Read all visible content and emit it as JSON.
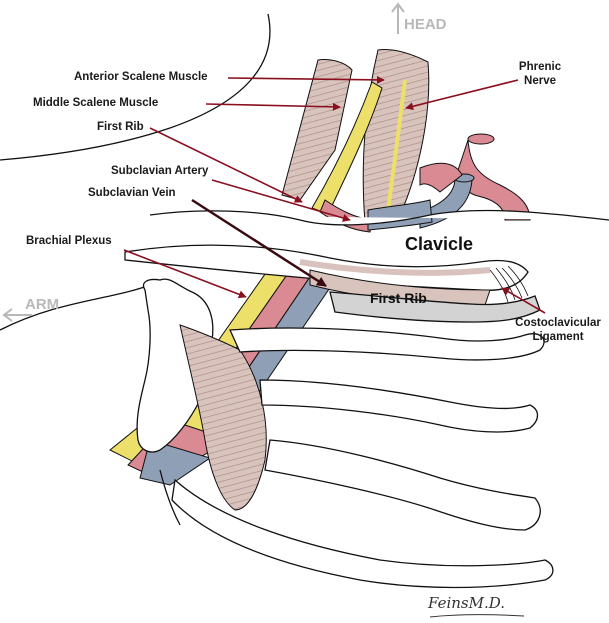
{
  "directions": {
    "head": "HEAD",
    "arm": "ARM"
  },
  "labels": {
    "anterior_scalene": "Anterior Scalene Muscle",
    "middle_scalene": "Middle Scalene Muscle",
    "first_rib_top": "First Rib",
    "subclavian_artery": "Subclavian Artery",
    "subclavian_vein": "Subclavian Vein",
    "brachial_plexus": "Brachial Plexus",
    "phrenic_line1": "Phrenic",
    "phrenic_line2": "Nerve",
    "clavicle": "Clavicle",
    "first_rib_bone": "First Rib",
    "costoclavicular_line1": "Costoclavicular",
    "costoclavicular_line2": "Ligament"
  },
  "signature": "FeinsM.D.",
  "colors": {
    "muscle": "#d9c3bd",
    "muscle_stripe": "#a88a82",
    "nerve": "#ecdf6a",
    "artery": "#d98a92",
    "vein": "#8fa0b6",
    "bone": "#ffffff",
    "arrow": "#8a1020",
    "direction_text": "#b8b8b8"
  }
}
